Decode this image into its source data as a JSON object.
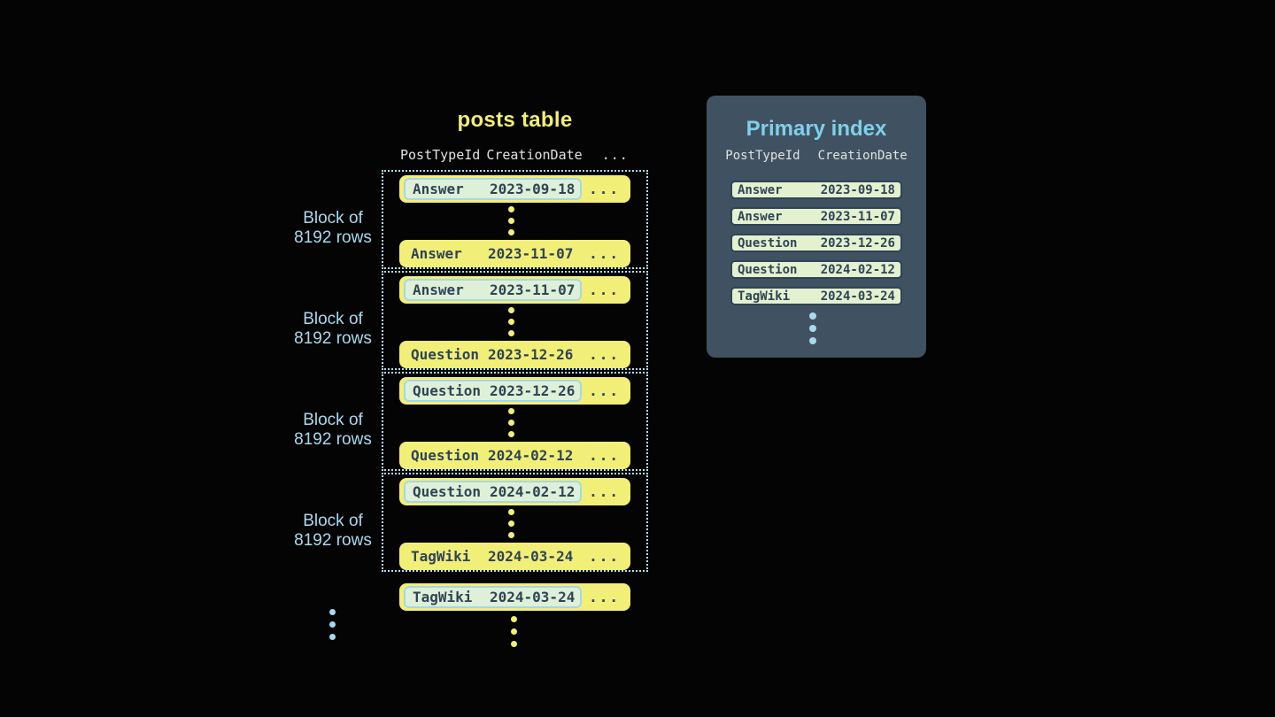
{
  "colors": {
    "background": "#040404",
    "title_yellow": "#f1ee73",
    "row_yellow": "#f2ef78",
    "row_text": "#2e4456",
    "highlight_bg": "#dff0d8",
    "highlight_border": "#a6d7e8",
    "block_border": "#b5def0",
    "label_blue": "#a9d9ee",
    "header_text": "#e2e2e2",
    "panel_bg": "#405261",
    "panel_title_blue": "#7fd0ea",
    "index_row_bg": "#e4f1cf",
    "index_row_border": "#2e4456"
  },
  "posts_table": {
    "title": "posts table",
    "columns": [
      "PostTypeId",
      "CreationDate",
      "..."
    ],
    "ellipsis": "...",
    "blocks": [
      {
        "label_line1": "Block of",
        "label_line2": "8192 rows",
        "first_row": {
          "type": "Answer",
          "date": "2023-09-18"
        },
        "last_row": {
          "type": "Answer",
          "date": "2023-11-07"
        }
      },
      {
        "label_line1": "Block of",
        "label_line2": "8192 rows",
        "first_row": {
          "type": "Answer",
          "date": "2023-11-07"
        },
        "last_row": {
          "type": "Question",
          "date": "2023-12-26"
        }
      },
      {
        "label_line1": "Block of",
        "label_line2": "8192 rows",
        "first_row": {
          "type": "Question",
          "date": "2023-12-26"
        },
        "last_row": {
          "type": "Question",
          "date": "2024-02-12"
        }
      },
      {
        "label_line1": "Block of",
        "label_line2": "8192 rows",
        "first_row": {
          "type": "Question",
          "date": "2024-02-12"
        },
        "last_row": {
          "type": "TagWiki",
          "date": "2024-03-24"
        }
      }
    ],
    "overflow_row": {
      "type": "TagWiki",
      "date": "2024-03-24"
    }
  },
  "primary_index": {
    "title": "Primary index",
    "columns": [
      "PostTypeId",
      "CreationDate"
    ],
    "rows": [
      {
        "type": "Answer",
        "date": "2023-09-18"
      },
      {
        "type": "Answer",
        "date": "2023-11-07"
      },
      {
        "type": "Question",
        "date": "2023-12-26"
      },
      {
        "type": "Question",
        "date": "2024-02-12"
      },
      {
        "type": "TagWiki",
        "date": "2024-03-24"
      }
    ]
  }
}
